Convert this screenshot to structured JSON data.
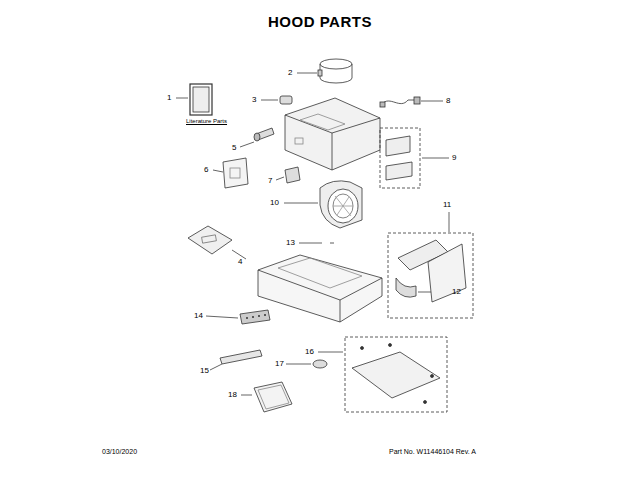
{
  "diagram": {
    "title": "HOOD PARTS",
    "labels": [
      "1",
      "Literature Parts",
      "2",
      "3",
      "8",
      "5",
      "9",
      "6",
      "7",
      "10",
      "11",
      "4",
      "13",
      "12",
      "14",
      "16",
      "17",
      "15",
      "18",
      "03/10/2020",
      "Part No. W11446104 Rev. A"
    ]
  }
}
